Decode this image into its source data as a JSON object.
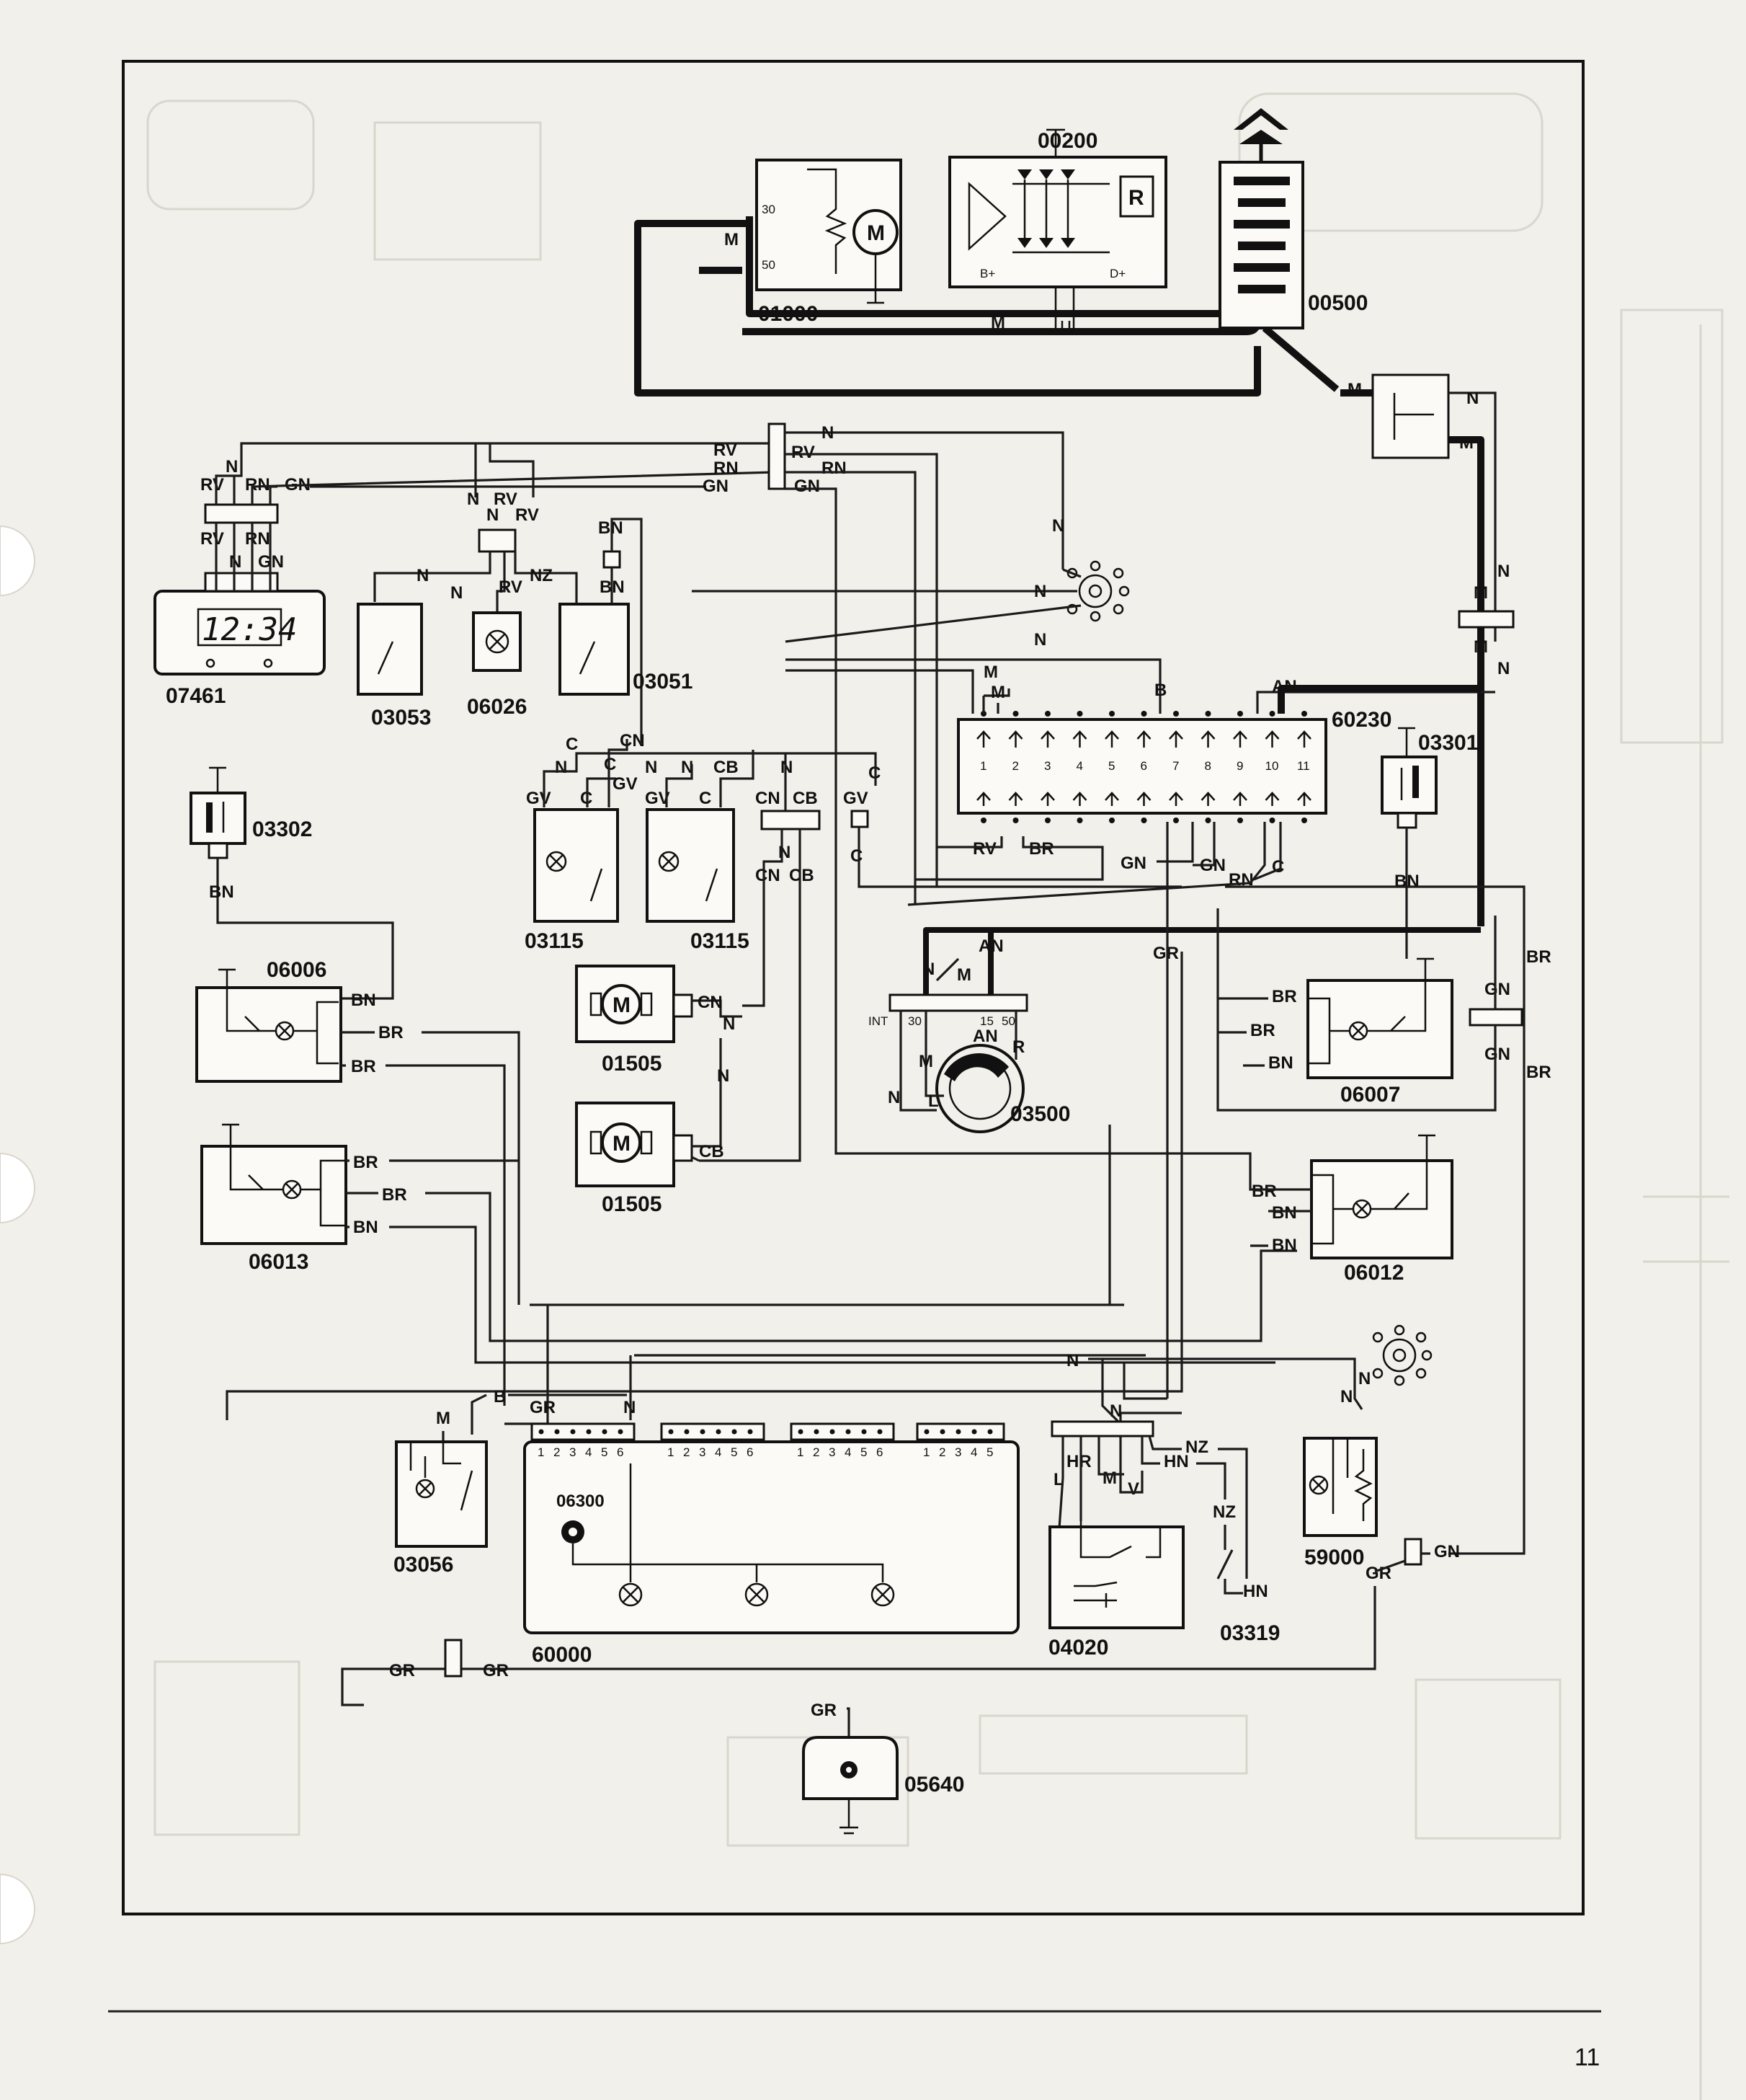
{
  "page": {
    "number": "11"
  },
  "components": {
    "starter": "01000",
    "alternator": "00200",
    "battery": "00500",
    "clock": "07461",
    "switch_a": "03053",
    "lamp_06026": "06026",
    "switch_b": "03051",
    "connector_block": "60230",
    "door_switch_left": "03302",
    "door_switch_right": "03301",
    "window_switch_1": "03115",
    "window_switch_2": "03115",
    "window_motor_1": "01505",
    "window_motor_2": "01505",
    "ignition_switch": "03500",
    "light_06006": "06006",
    "light_06013": "06013",
    "light_06007": "06007",
    "light_06012": "06012",
    "relay_03056": "03056",
    "instrument_panel": "60000",
    "warning_lamp": "06300",
    "switch_04020": "04020",
    "switch_03319": "03319",
    "unit_59000": "59000",
    "sensor_05640": "05640"
  },
  "clock_display": "12:34",
  "alternator_r_label": "R",
  "starter_terminals": {
    "t30": "30",
    "t50": "50",
    "motor": "M"
  },
  "alternator_terminals": {
    "bplus": "B+",
    "dplus": "D+"
  },
  "ignition_terminals": {
    "int": "INT",
    "t30": "30",
    "t15": "15",
    "t50": "50"
  },
  "ignition_wires": {
    "n": "N",
    "m": "M",
    "an": "AN",
    "r": "R"
  },
  "block_60230": {
    "pins": [
      "1",
      "2",
      "3",
      "4",
      "5",
      "6",
      "7",
      "8",
      "9",
      "10",
      "11"
    ]
  },
  "panel_60000": {
    "header_left": "GR",
    "header_right": "N",
    "connector_pins": [
      [
        "1",
        "2",
        "3",
        "4",
        "5",
        "6"
      ],
      [
        "1",
        "2",
        "3",
        "4",
        "5",
        "6"
      ],
      [
        "1",
        "2",
        "3",
        "4",
        "5",
        "6"
      ],
      [
        "1",
        "2",
        "3",
        "4",
        "5"
      ]
    ]
  },
  "wire_codes": {
    "M": "M",
    "N": "N",
    "RV": "RV",
    "RN": "RN",
    "GN": "GN",
    "BN": "BN",
    "NZ": "NZ",
    "C": "C",
    "CN": "CN",
    "GV": "GV",
    "CB": "CB",
    "B": "B",
    "AN": "AN",
    "BR": "BR",
    "GR": "GR",
    "HR": "HR",
    "HN": "HN",
    "L": "L",
    "V": "V",
    "R": "R"
  }
}
